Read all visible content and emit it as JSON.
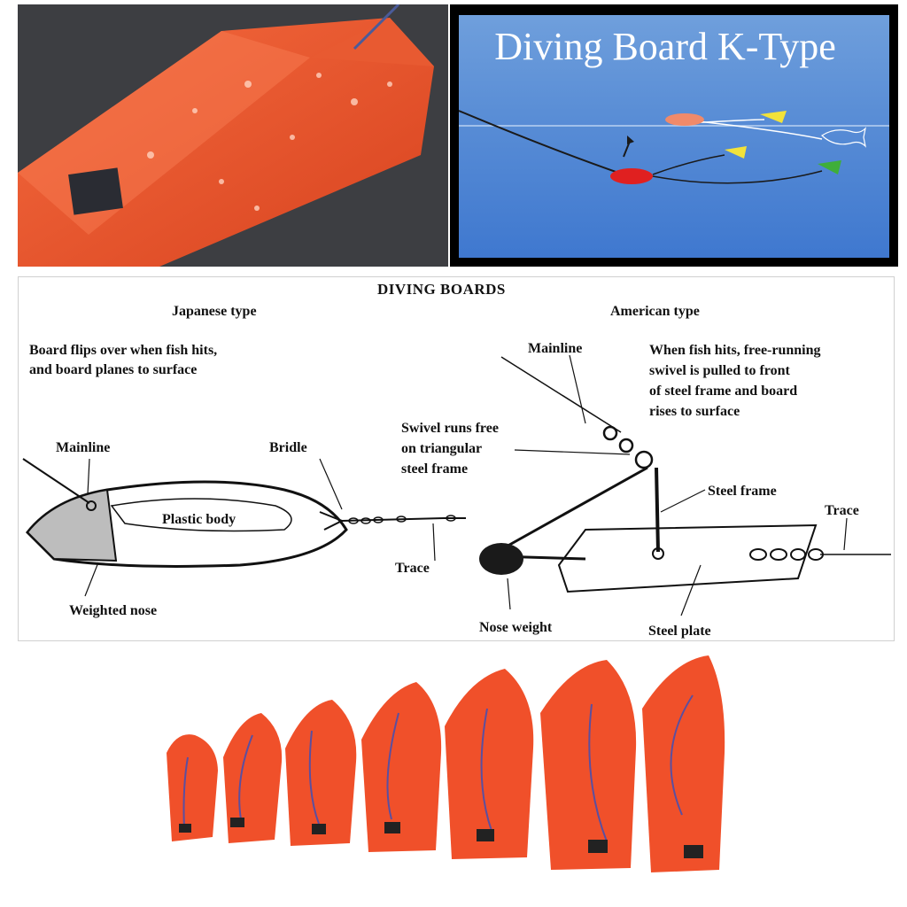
{
  "ktype": {
    "title": "Diving Board K-Type"
  },
  "diagram": {
    "title": "DIVING BOARDS",
    "japanese": {
      "heading": "Japanese type",
      "desc_line1": "Board flips over when fish hits,",
      "desc_line2": "and board planes to surface",
      "mainline": "Mainline",
      "bridle": "Bridle",
      "body": "Plastic body",
      "trace": "Trace",
      "nose": "Weighted nose"
    },
    "american": {
      "heading": "American type",
      "mainline": "Mainline",
      "desc_line1": "When fish hits, free-running",
      "desc_line2": "swivel is pulled to front",
      "desc_line3": "of steel frame and board",
      "desc_line4": "rises to surface",
      "swivel_line1": "Swivel runs free",
      "swivel_line2": "on triangular",
      "swivel_line3": "steel frame",
      "frame": "Steel frame",
      "trace": "Trace",
      "nose": "Nose weight",
      "plate": "Steel plate"
    }
  },
  "colors": {
    "board_orange": "#f0502a",
    "water_blue": "#4f86d4",
    "lure_yellow": "#f2e23a",
    "lure_green": "#3fae3a",
    "board_red": "#e02020"
  }
}
